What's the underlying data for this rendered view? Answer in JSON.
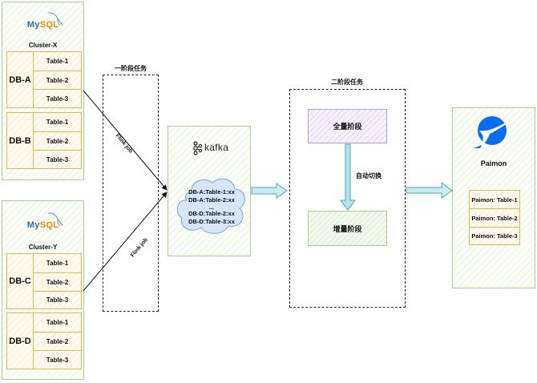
{
  "clusters": [
    {
      "name": "Cluster-X",
      "logo": {
        "my": "My",
        "sql": "SQL",
        "icon": "mysql-dolphin-icon"
      },
      "databases": [
        {
          "name": "DB-A",
          "tables": [
            "Table-1",
            "Table-2",
            "Table-3"
          ]
        },
        {
          "name": "DB-B",
          "tables": [
            "Table-1",
            "Table-2",
            "Table-3"
          ]
        }
      ]
    },
    {
      "name": "Cluster-Y",
      "logo": {
        "my": "My",
        "sql": "SQL",
        "icon": "mysql-dolphin-icon"
      },
      "databases": [
        {
          "name": "DB-C",
          "tables": [
            "Table-1",
            "Table-2",
            "Table-3"
          ]
        },
        {
          "name": "DB-D",
          "tables": [
            "Table-1",
            "Table-2",
            "Table-3"
          ]
        }
      ]
    }
  ],
  "stage1": {
    "title": "一阶段任务",
    "edge_labels": [
      "Flink job",
      "Flink job"
    ]
  },
  "kafka": {
    "logo_text": "kafka",
    "icon": "kafka-icon",
    "topics": [
      "DB-A:Table-1:xx",
      "DB-A:Table-2:xx",
      "...",
      "DB-D:Table-2:xx",
      "DB-D:Table-3:xx"
    ]
  },
  "stage2": {
    "title": "二阶段任务",
    "full_phase": "全量阶段",
    "incremental_phase": "增量阶段",
    "switch_label": "自动切换"
  },
  "paimon": {
    "name": "Paimon",
    "icon": "paimon-logo-icon",
    "tables": [
      "Paimon: Table-1",
      "Paimon: Table-2",
      "Paimon: Table-3"
    ]
  },
  "colors": {
    "cluster_border": "#a9d18e",
    "db_border": "#e0b94e",
    "arrow_teal": "#4aa9b5",
    "arrow_fill": "#c9ecf0",
    "full_phase_border": "#b79bd1",
    "kafka_cloud": "#d6e6f8",
    "paimon_blue": "#0b6cf0"
  }
}
